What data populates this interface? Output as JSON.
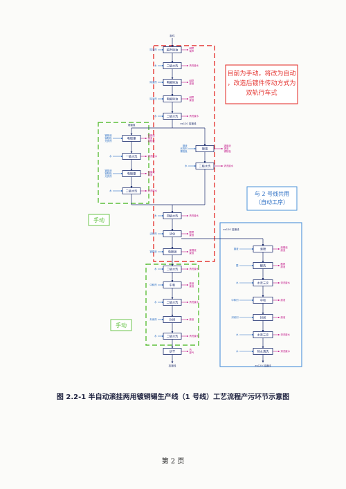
{
  "caption": "图 2.2-1 半自动滚挂两用镀铜锡生产线（1 号线）工艺流程产污环节示意图",
  "page_number": "第 2 页",
  "top_label": "制件",
  "bottom_label": "挂镀线",
  "notes": {
    "red_note": "目前为手动，将改为自动，改造后镀件传动方式为双轨行车式",
    "blue_note": "与 2 号线共用（自动工序）",
    "manual_upper": "手动",
    "manual_lower": "手动"
  },
  "main_steps": [
    "超声除油",
    "二级水洗",
    "电解除油",
    "电解除油",
    "二级水洗",
    "四级水洗",
    "活化",
    "电镀铜",
    "二级水洗",
    "中和",
    "二级水洗",
    "封闭",
    "二级水洗",
    "烘干"
  ],
  "left_steps": [
    "电镀镍",
    "一级水洗",
    "电镀镍",
    "二级水洗"
  ],
  "right_branch_steps": [
    "镀锡",
    "二级水洗"
  ],
  "blue_steps": [
    "滚镀",
    "酸洗",
    "水洗三次",
    "中和",
    "封闭",
    "水洗三次",
    "热水清洗"
  ],
  "branch_labels": {
    "left": "滚镀线",
    "right": "ex120 挂镀线",
    "blue": "ex120 挂镀线",
    "blue_out": "ex120 挂镀线"
  },
  "inputs": {
    "main": [
      "除油剂",
      "水",
      "除油剂",
      "除油剂",
      "水",
      "水",
      "活化剂",
      "镀铜液",
      "水",
      "中和剂",
      "水",
      "封闭剂",
      "水"
    ],
    "left": [
      "镀镍液 镍阳极 光亮剂",
      "水",
      "镀镍液 镍阳极 光亮剂",
      "水"
    ],
    "right": [
      "锡液 光亮剂 锡阳极",
      "水"
    ],
    "blue": [
      "镀液",
      "酸",
      "水",
      "中和剂",
      "封闭剂",
      "水",
      "水"
    ]
  },
  "outputs": {
    "main": [
      "碱雾 噪声",
      "清洗废水",
      "碱雾 废液",
      "碱雾 废液",
      "清洗废水",
      "清洗废水",
      "酸雾 废液",
      "废槽液 废渣",
      "清洗废水",
      "废液 废渣",
      "清洗废水",
      "废液",
      "清洗废水",
      "热 废气"
    ],
    "left": [
      "镍废液 镍渣 镍阳极",
      "清洗废水",
      "镍废液 镍渣",
      "清洗废水"
    ],
    "right": [
      "锡废液 锡渣 锡阳极",
      "清洗废水"
    ],
    "blue": [
      "废槽液 废渣",
      "酸雾 废液",
      "清洗废水",
      "废液",
      "废液",
      "清洗废水",
      "清洗废水"
    ]
  },
  "colors": {
    "flow": "#1a2a6b",
    "input_text": "#2c6fc4",
    "output_text": "#c2188a",
    "red_dash": "#e53935",
    "green_dash": "#5cbf3a",
    "blue_frame": "#4a90d9"
  }
}
